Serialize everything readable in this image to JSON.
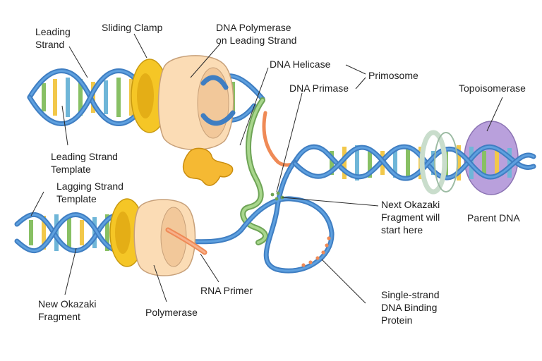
{
  "labels": {
    "leading_strand": "Leading\nStrand",
    "sliding_clamp": "Sliding Clamp",
    "dna_pol_leading": "DNA Polymerase\non Leading Strand",
    "dna_helicase": "DNA Helicase",
    "primosome": "Primosome",
    "dna_primase": "DNA Primase",
    "topoisomerase": "Topoisomerase",
    "leading_template": "Leading Strand\nTemplate",
    "lagging_template": "Lagging Strand\nTemplate",
    "next_okazaki": "Next Okazaki\nFragment will\nstart here",
    "parent_dna": "Parent DNA",
    "rna_primer": "RNA Primer",
    "new_okazaki": "New Okazaki\nFragment",
    "polymerase": "Polymerase",
    "ssb": "Single-strand\nDNA Binding\nProtein"
  },
  "colors": {
    "dna_backbone": "#3f7ec2",
    "sliding_clamp": "#f5c626",
    "polymerase": "#fbdcb5",
    "helicase_strand": "#95c77a",
    "primase": "#f5b933",
    "rna_primer": "#ef8a56",
    "topoisomerase": "#b9a0dc"
  }
}
